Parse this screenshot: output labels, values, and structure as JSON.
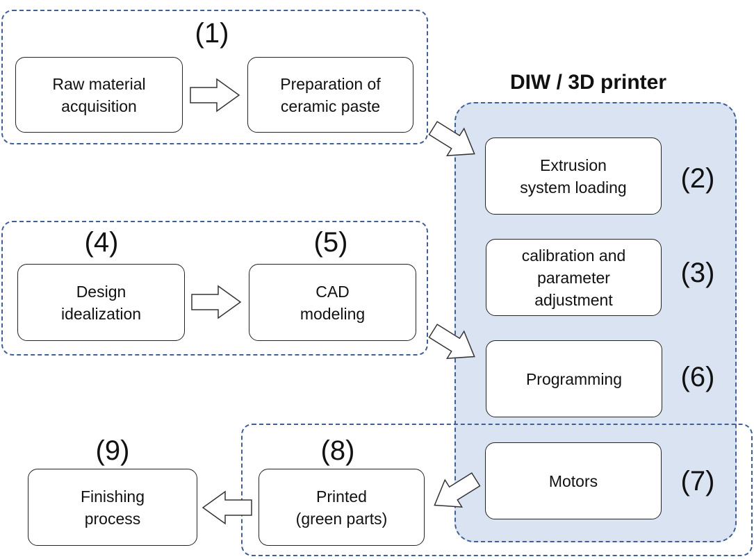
{
  "title": "DIW / 3D printer",
  "steps": {
    "raw_material": {
      "label": "Raw material\nacquisition"
    },
    "paste": {
      "label": "Preparation of\nceramic paste"
    },
    "design": {
      "label": "Design\nidealization"
    },
    "cad": {
      "label": "CAD\nmodeling"
    },
    "extrusion": {
      "label": "Extrusion\nsystem loading"
    },
    "calibration": {
      "label": "calibration and\nparameter\nadjustment"
    },
    "programming": {
      "label": "Programming"
    },
    "motors": {
      "label": "Motors"
    },
    "printed": {
      "label": "Printed\n(green parts)"
    },
    "finishing": {
      "label": "Finishing\nprocess"
    }
  },
  "numbers": {
    "n1": "(1)",
    "n2": "(2)",
    "n3": "(3)",
    "n4": "(4)",
    "n5": "(5)",
    "n6": "(6)",
    "n7": "(7)",
    "n8": "(8)",
    "n9": "(9)"
  },
  "colors": {
    "dashed_border": "#3f5f95",
    "printer_fill": "#dae3f2",
    "box_border": "#222222"
  },
  "icons": {
    "arrow": "block-arrow-outline"
  }
}
